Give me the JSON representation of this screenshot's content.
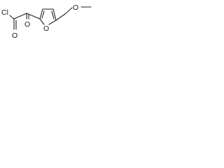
{
  "molecule": {
    "atom_labels": {
      "chlorine": "Cl",
      "acyl_oxygen": "O",
      "keto_oxygen": "O",
      "ring_oxygen": "O",
      "ether_oxygen": "O"
    },
    "bond_color": "#222222",
    "label_color": "#1a1a1a",
    "background": "#ffffff"
  }
}
